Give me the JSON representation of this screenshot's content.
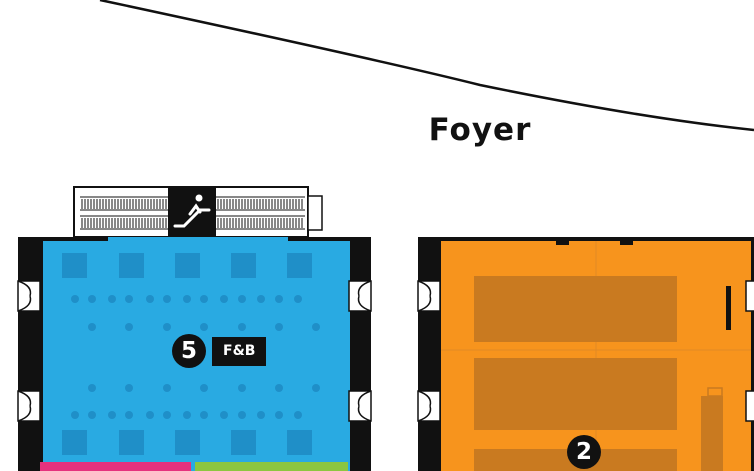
{
  "foyer": {
    "label": "Foyer"
  },
  "escalator": {
    "icon": "escalator-icon"
  },
  "rooms": [
    {
      "id": "room-5",
      "number": "5",
      "tag": "F&B",
      "color": "#29aae2"
    },
    {
      "id": "room-2",
      "number": "2",
      "tag": "",
      "color": "#f7941d"
    }
  ],
  "colors": {
    "wall": "#111111",
    "room5_fill": "#29aae2",
    "room5_tables": "#1f8fc8",
    "room2_fill": "#f7941d",
    "room2_blocks": "#c97a20",
    "pink_room": "#e5317d",
    "green_room": "#8cc63f"
  }
}
